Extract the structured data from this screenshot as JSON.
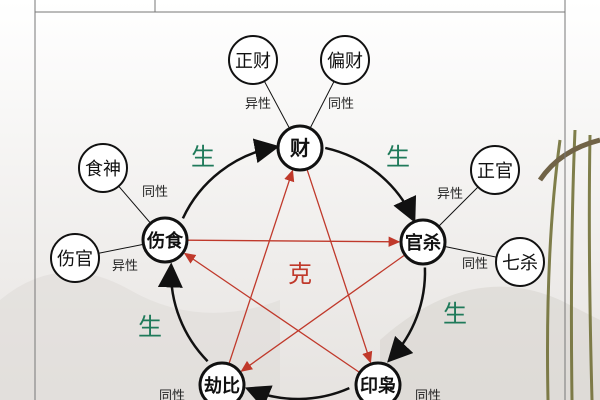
{
  "center_label": "克",
  "sheng_label": "生",
  "main_nodes": [
    {
      "id": "cai",
      "label": "财"
    },
    {
      "id": "guansha",
      "label": "官杀"
    },
    {
      "id": "yinxiao",
      "label": "印枭"
    },
    {
      "id": "jiebi",
      "label": "劫比"
    },
    {
      "id": "shangshi",
      "label": "伤食"
    }
  ],
  "sub_nodes": [
    {
      "label": "正财",
      "relation": "异性"
    },
    {
      "label": "偏财",
      "relation": "同性"
    },
    {
      "label": "食神",
      "relation": "同性"
    },
    {
      "label": "伤官",
      "relation": "异性"
    },
    {
      "label": "正官",
      "relation": "异性"
    },
    {
      "label": "七杀",
      "relation": "同性"
    }
  ],
  "bottom_relations": [
    "同性",
    "同性"
  ],
  "colors": {
    "sheng": "#1f7a5a",
    "ke": "#c0392b",
    "line": "#111111",
    "frame": "#777777"
  }
}
